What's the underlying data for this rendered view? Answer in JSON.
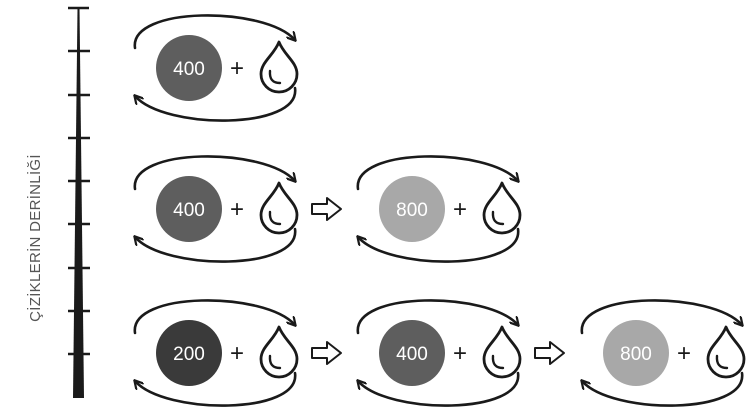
{
  "axis_label": "ÇİZİKLERİN DERİNLİĞİ",
  "plus_symbol": "+",
  "colors": {
    "arrow": "#1a1a1a",
    "grit_200": "#3a3a3a",
    "grit_400": "#5e5e5e",
    "grit_800": "#a8a8a8",
    "grit_text": "#ffffff",
    "axis_label": "#555555"
  },
  "rows": [
    {
      "steps": [
        {
          "grit": "400",
          "shade": "grit_400",
          "icon": "water-drop-icon"
        }
      ]
    },
    {
      "steps": [
        {
          "grit": "400",
          "shade": "grit_400",
          "icon": "water-drop-icon"
        },
        {
          "grit": "800",
          "shade": "grit_800",
          "icon": "water-drop-icon"
        }
      ]
    },
    {
      "steps": [
        {
          "grit": "200",
          "shade": "grit_200",
          "icon": "water-drop-icon"
        },
        {
          "grit": "400",
          "shade": "grit_400",
          "icon": "water-drop-icon"
        },
        {
          "grit": "800",
          "shade": "grit_800",
          "icon": "water-drop-icon"
        }
      ]
    }
  ],
  "transition_icon": "hollow-right-arrow-icon",
  "cycle_icon": "circular-motion-arrows-icon"
}
